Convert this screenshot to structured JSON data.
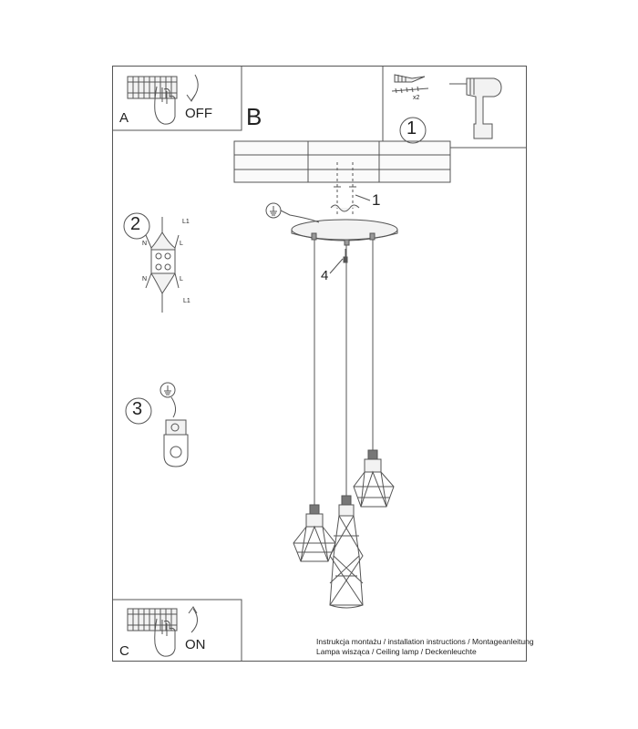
{
  "panels": {
    "a": {
      "letter": "A",
      "switch": "OFF"
    },
    "b": {
      "letter": "B"
    },
    "c": {
      "letter": "C",
      "switch": "ON"
    }
  },
  "tools": {
    "quantity": "x2"
  },
  "steps": {
    "one": "1",
    "two": "2",
    "three": "3",
    "four": "4"
  },
  "wiring": {
    "label_l1_top": "L1",
    "label_l1_bottom": "L1",
    "label_n_top": "N",
    "label_n_bottom": "N",
    "label_l_top": "L",
    "label_l_bottom": "L"
  },
  "footer": {
    "line1": "Instrukcja montażu / installation instructions / Montageanleitung",
    "line2": "Lampa wisząca / Ceiling lamp / Deckenleuchte"
  },
  "colors": {
    "line": "#555555",
    "fill_light": "#f2f2f2"
  }
}
